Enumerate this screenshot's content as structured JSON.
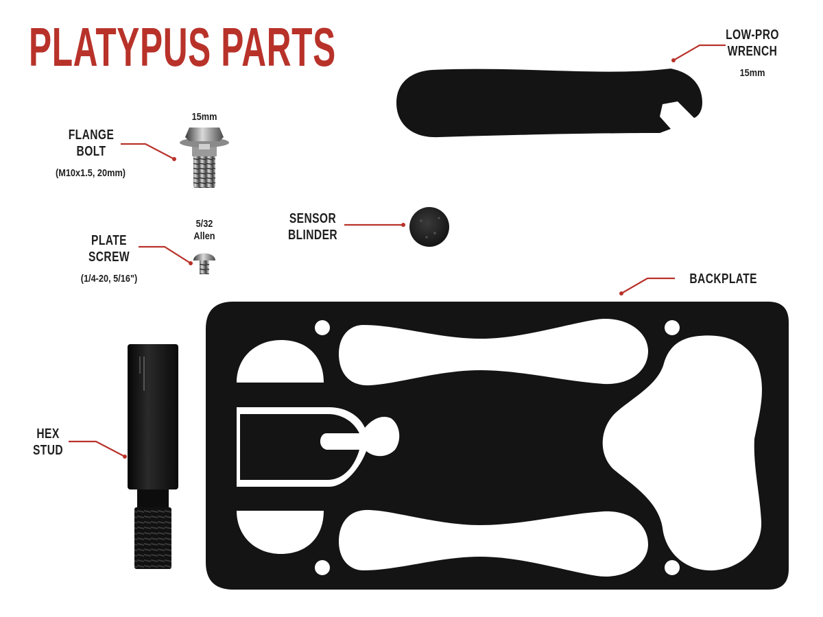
{
  "title": "PLATYPUS PARTS",
  "colors": {
    "accent": "#b8322a",
    "part": "#141414",
    "leader": "#b8322a",
    "text": "#1e1e1e"
  },
  "parts": {
    "wrench": {
      "name_line1": "LOW-PRO",
      "name_line2": "WRENCH",
      "spec": "15mm"
    },
    "flange_bolt": {
      "size": "15mm",
      "name_line1": "FLANGE",
      "name_line2": "BOLT",
      "spec": "(M10x1.5, 20mm)"
    },
    "plate_screw": {
      "size_line1": "5/32",
      "size_line2": "Allen",
      "name_line1": "PLATE",
      "name_line2": "SCREW",
      "spec": "(1/4-20, 5/16\")"
    },
    "sensor_blinder": {
      "name_line1": "SENSOR",
      "name_line2": "BLINDER"
    },
    "backplate": {
      "name": "BACKPLATE"
    },
    "hex_stud": {
      "name_line1": "HEX",
      "name_line2": "STUD"
    }
  }
}
